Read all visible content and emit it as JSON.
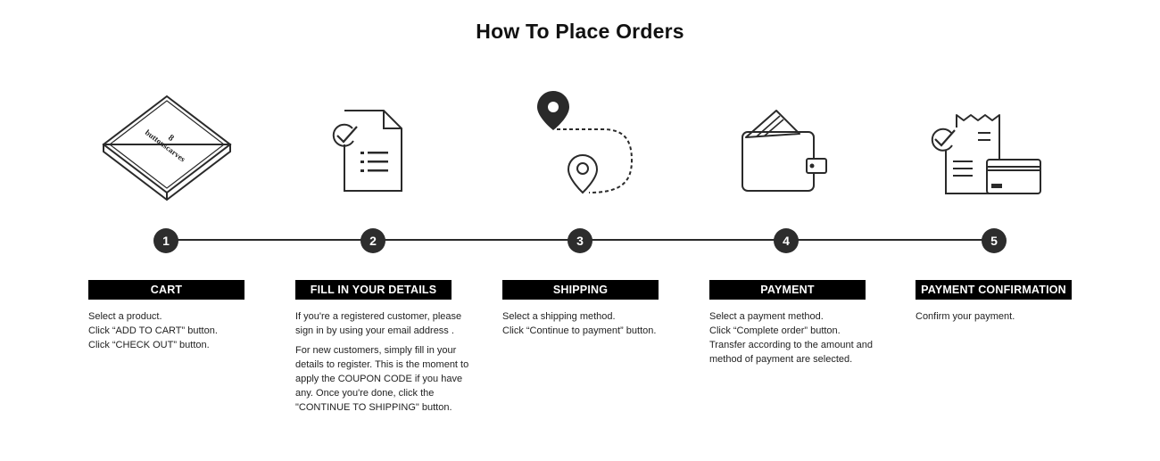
{
  "title": "How To Place Orders",
  "box_brand": {
    "number": "8",
    "name": "buttonscarves"
  },
  "steps": [
    {
      "number": "1",
      "title": "CART",
      "icon": "product-box-icon",
      "paragraphs": [
        "Select a product.\nClick “ADD TO CART” button.\nClick “CHECK OUT” button."
      ]
    },
    {
      "number": "2",
      "title": "FILL IN YOUR DETAILS",
      "icon": "checklist-document-icon",
      "paragraphs": [
        "If you're a registered customer, please sign in by using your email address .",
        "For new customers, simply fill in your details to register. This is the moment to apply the COUPON CODE if you have any. Once you're done, click the \"CONTINUE TO SHIPPING\" button."
      ]
    },
    {
      "number": "3",
      "title": "SHIPPING",
      "icon": "route-pins-icon",
      "paragraphs": [
        "Select a shipping method.\nClick “Continue to payment” button."
      ]
    },
    {
      "number": "4",
      "title": "PAYMENT",
      "icon": "wallet-icon",
      "paragraphs": [
        "Select a payment method.\nClick “Complete order” button.\nTransfer according to the amount and method of payment are selected."
      ]
    },
    {
      "number": "5",
      "title": "PAYMENT CONFIRMATION",
      "icon": "receipt-card-icon",
      "paragraphs": [
        "Confirm your payment."
      ]
    }
  ]
}
